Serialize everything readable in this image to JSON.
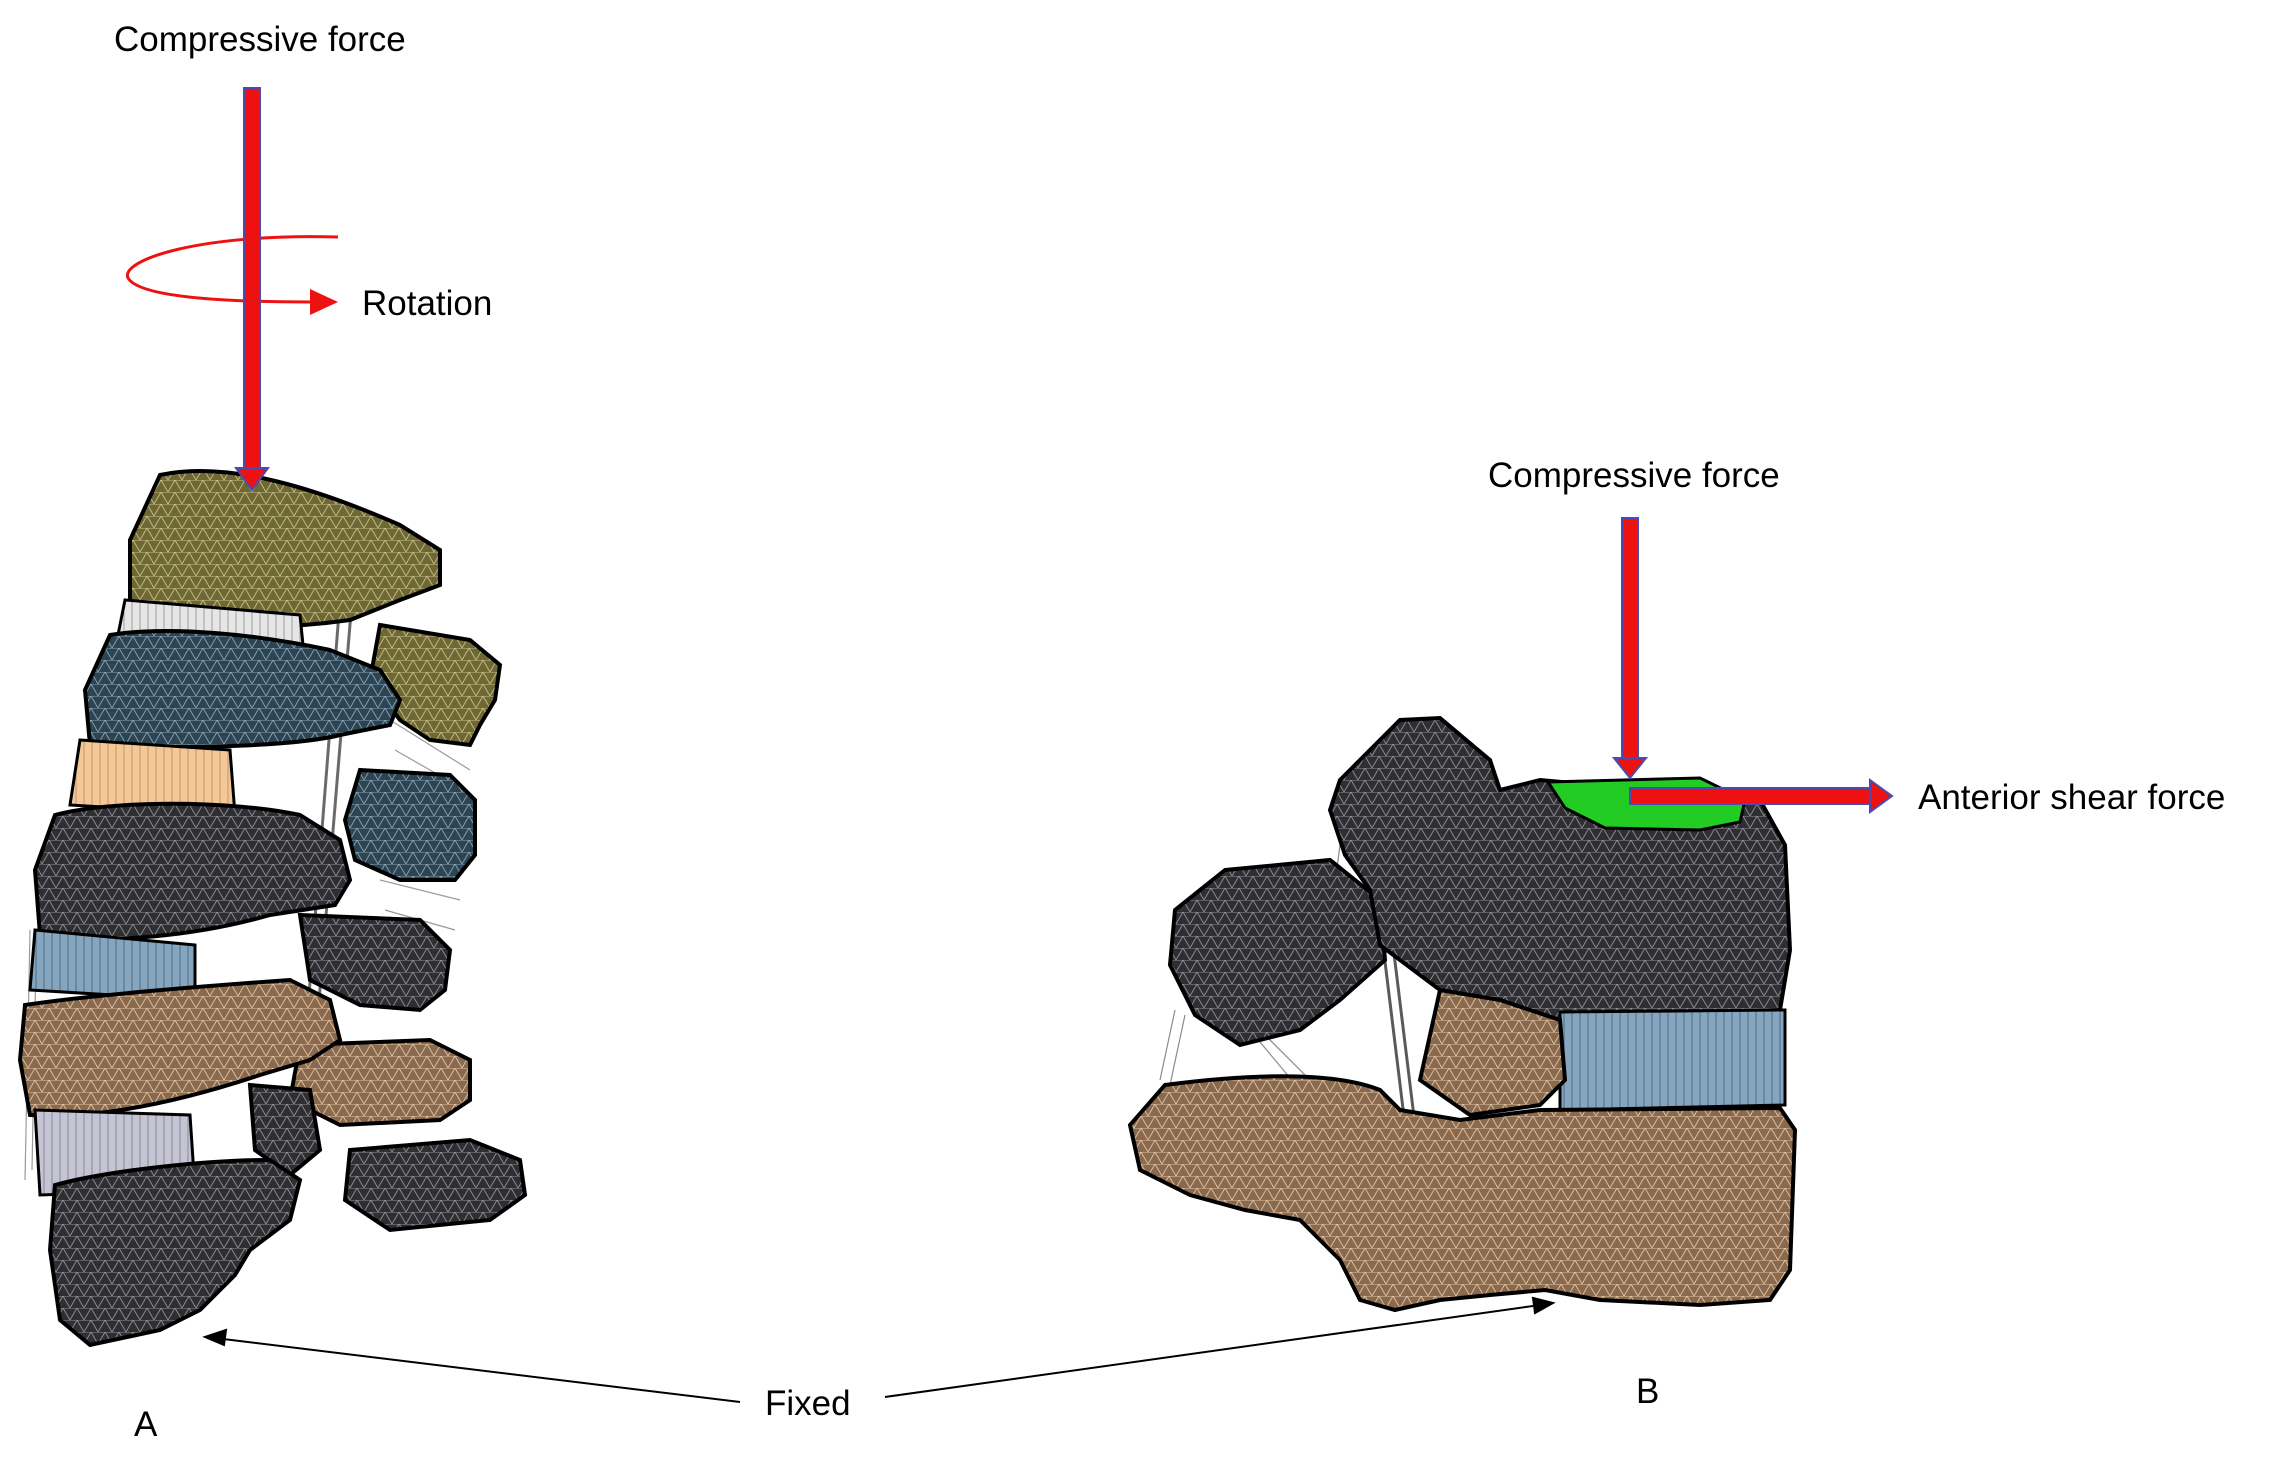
{
  "panel_a": {
    "letter": "A",
    "compressive_label": "Compressive force",
    "rotation_label": "Rotation"
  },
  "panel_b": {
    "letter": "B",
    "compressive_label": "Compressive force",
    "shear_label": "Anterior shear force"
  },
  "fixed_label": "Fixed",
  "colors": {
    "force_arrow": "#ee1111",
    "arrow_outline": "#4a4ab0",
    "vertebra_olive": "#6e6835",
    "vertebra_blue": "#2d4452",
    "vertebra_dark": "#2f2f33",
    "vertebra_tan": "#8a6a4e",
    "disc_white": "#d8d8d8",
    "disc_peach": "#f0c090",
    "disc_blue": "#7e9fba",
    "disc_lavender": "#b9b9c9",
    "load_surface": "#22cc22"
  }
}
